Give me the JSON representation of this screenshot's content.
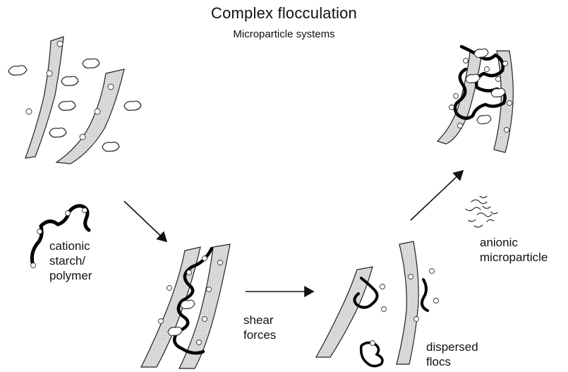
{
  "diagram": {
    "title": "Complex flocculation",
    "subtitle": "Microparticle systems",
    "labels": {
      "cationic": "cationic\nstarch/\npolymer",
      "shear": "shear\nforces",
      "anionic": "anionic\nmicroparticle",
      "dispersed": "dispersed\nflocs"
    },
    "stages": [
      "fibres-and-fines",
      "polymer-addition",
      "flocs-formed",
      "shear-dispersion",
      "microparticle-reflocculation"
    ]
  }
}
